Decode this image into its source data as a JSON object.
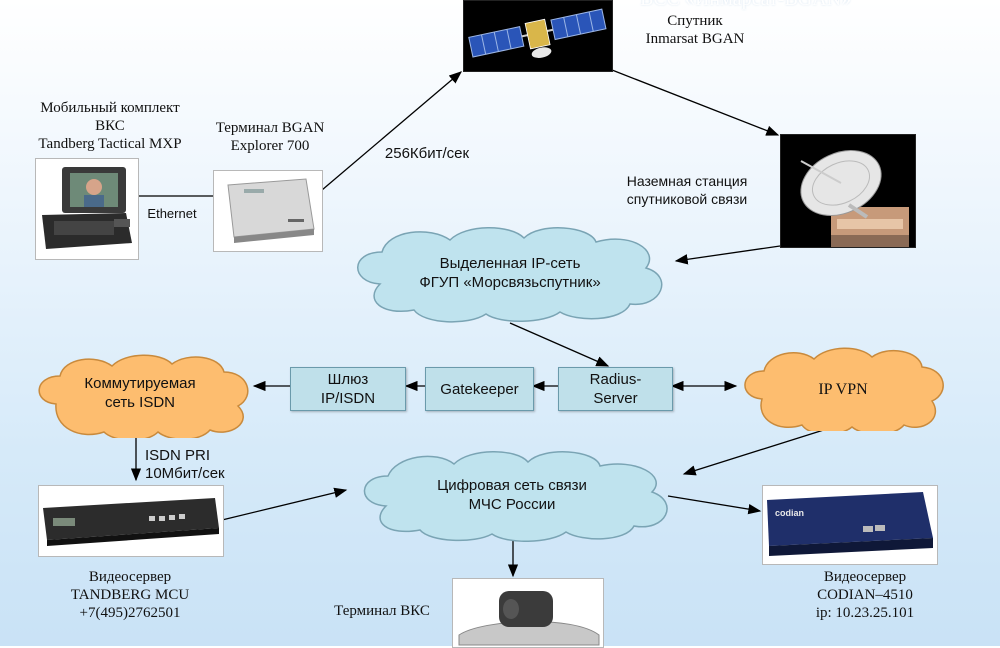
{
  "title_fragment": "ВСС «Инмарсат-BGAN»",
  "satellite": {
    "line1": "Спутник",
    "line2": "Inmarsat BGAN"
  },
  "ground_station": {
    "line1": "Наземная станция",
    "line2": "спутниковой связи"
  },
  "mobile_kit": {
    "line1": "Мобильный комплект",
    "line2": "ВКС",
    "line3": "Tandberg Tactical MXP"
  },
  "bgan_terminal": {
    "line1": "Терминал BGAN",
    "line2": "Explorer 700"
  },
  "link_speed": "256Кбит/сек",
  "ethernet": "Ethernet",
  "ip_network": {
    "line1": "Выделенная IP-сеть",
    "line2": "ФГУП «Морсвязьспутник»"
  },
  "isdn_cloud": {
    "line1": "Коммутируемая",
    "line2": "сеть ISDN"
  },
  "gateway": {
    "line1": "Шлюз",
    "line2": "IP/ISDN"
  },
  "gatekeeper": "Gatekeeper",
  "radius": {
    "line1": "Radius-",
    "line2": "Server"
  },
  "ipvpn": "IP VPN",
  "isdn_pri": {
    "line1": "ISDN PRI",
    "line2": "10Мбит/сек"
  },
  "mchs_network": {
    "line1": "Цифровая сеть связи",
    "line2": "МЧС России"
  },
  "tandberg_mcu": {
    "line1": "Видеосервер",
    "line2": "TANDBERG MCU",
    "line3": "+7(495)2762501"
  },
  "codian": {
    "line1": "Видеосервер",
    "line2": "CODIAN–4510",
    "line3": "ip: 10.23.25.101",
    "logo": "codian"
  },
  "vks_terminal": "Терминал ВКС",
  "colors": {
    "cloud_blue": "#bfe3ee",
    "cloud_orange": "#fdbd6f",
    "box": "#bfe0ea"
  },
  "icons": [
    "satellite-image",
    "dish-antenna-image",
    "video-kit-image",
    "terminal-image",
    "mcu-rack-image",
    "codian-rack-image",
    "vks-camera-image"
  ]
}
